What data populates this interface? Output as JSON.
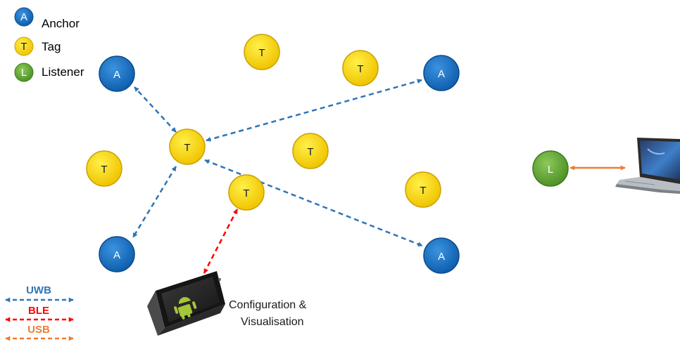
{
  "legend": {
    "anchor": {
      "letter": "A",
      "label": "Anchor"
    },
    "tag": {
      "letter": "T",
      "label": "Tag"
    },
    "listener": {
      "letter": "L",
      "label": "Listener"
    }
  },
  "link_key": {
    "uwb": {
      "label": "UWB",
      "color": "#2e75b6"
    },
    "ble": {
      "label": "BLE",
      "color": "#ff0000"
    },
    "usb": {
      "label": "USB",
      "color": "#ed7d31"
    }
  },
  "node_colors": {
    "anchor": "#1f74c7",
    "tag": "#ffd900",
    "listener": "#6aaf3a"
  },
  "nodes": {
    "anchor_1": "A",
    "anchor_2": "A",
    "anchor_3": "A",
    "anchor_4": "A",
    "tag_center": "T",
    "tag_1": "T",
    "tag_2": "T",
    "tag_3": "T",
    "tag_4": "T",
    "tag_5": "T",
    "tag_6": "T",
    "listener": "L"
  },
  "caption": {
    "line1": "Configuration &",
    "line2": "Visualisation"
  },
  "icons": {
    "tablet": "android-tablet-icon",
    "laptop": "laptop-icon"
  }
}
